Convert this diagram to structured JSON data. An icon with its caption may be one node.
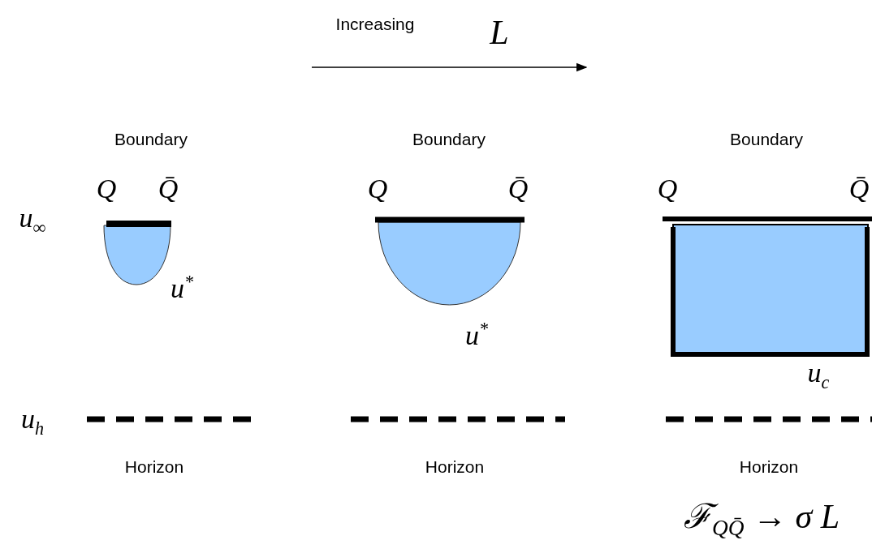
{
  "diagram": {
    "labels": [
      "Increasing",
      "L",
      "Boundary",
      "Boundary",
      "Boundary",
      "Q",
      "Q̄",
      "Q",
      "Q̄",
      "Q",
      "Q̄",
      "u$_{∞}$",
      "u$^{*}$",
      "u$^{*}$",
      "u$_{c}$",
      "u$_{h}$",
      "Horizon",
      "Horizon",
      "Horizon",
      "ℱ$_{QQ̄}$ → σ L"
    ]
  }
}
